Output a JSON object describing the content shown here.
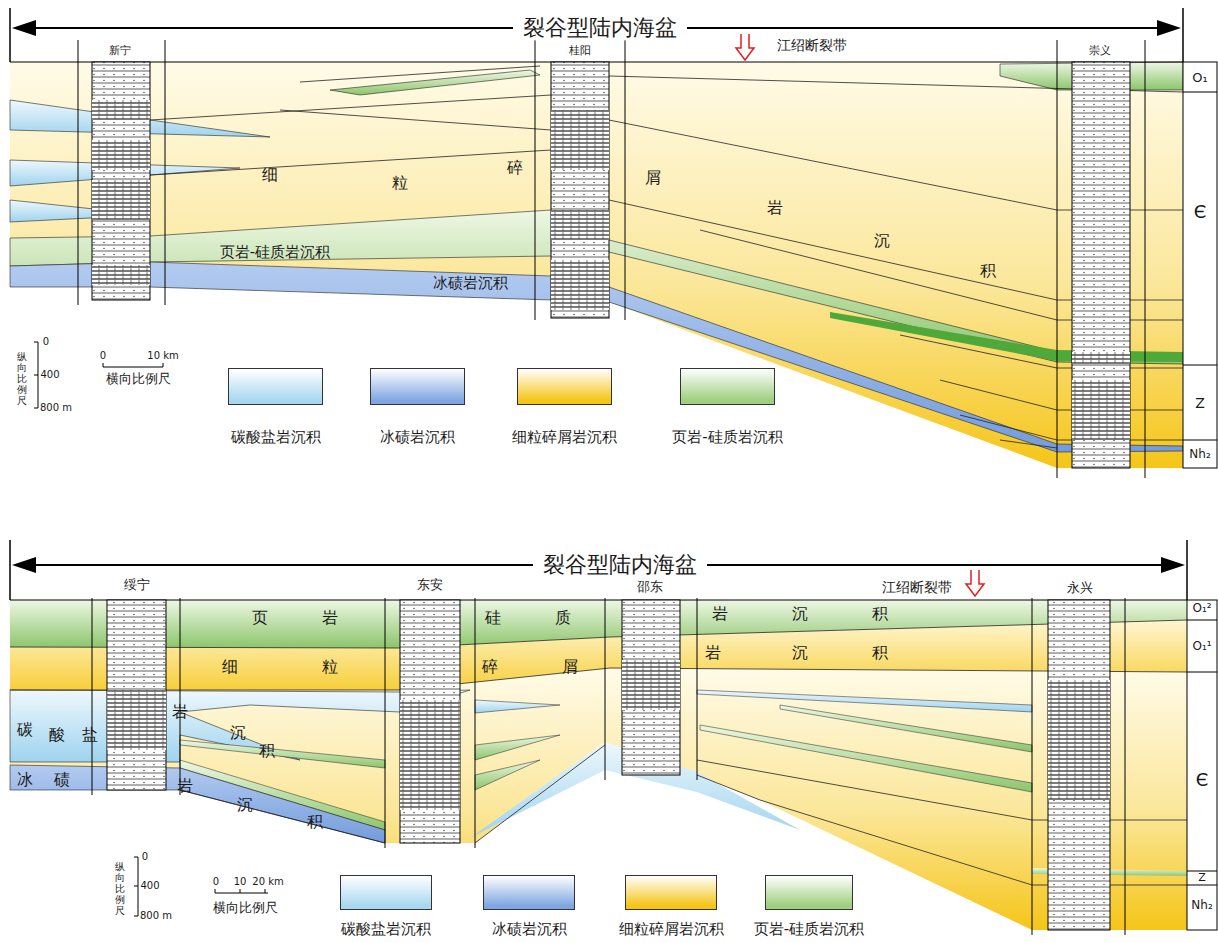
{
  "diagram": {
    "labels": [
      "裂谷型陆内海盆",
      "新宁",
      "桂阳",
      "江绍断裂带",
      "崇义",
      "O₁",
      "Є",
      "Z",
      "Nh₂",
      "细",
      "粒",
      "碎",
      "屑",
      "岩",
      "沉",
      "积",
      "页岩-硅质岩沉积",
      "冰碛岩沉积",
      "纵向比例尺",
      "0",
      "400",
      "800 m",
      "0",
      "10 km",
      "横向比例尺",
      "裂谷型陆内海盆",
      "绥宁",
      "东安",
      "邵东",
      "江绍断裂带",
      "永兴",
      "O₁²",
      "O₁¹",
      "Є",
      "Z",
      "Nh₂",
      "页",
      "岩",
      "硅",
      "质",
      "岩",
      "沉",
      "积",
      "细",
      "粒",
      "碎",
      "屑",
      "岩",
      "沉",
      "积",
      "碳",
      "酸",
      "盐",
      "岩",
      "沉",
      "积",
      "冰",
      "碛",
      "岩",
      "沉",
      "积",
      "纵向比例尺",
      "0",
      "400",
      "800 m",
      "0",
      "10",
      "20 km",
      "横向比例尺"
    ],
    "legend": [
      {
        "text": "碳酸盐岩沉积",
        "color": "#a8d8f0"
      },
      {
        "text": "冰碛岩沉积",
        "color": "#7fa6e3"
      },
      {
        "text": "细粒碎屑岩沉积",
        "color": "#f5c518"
      },
      {
        "text": "页岩-硅质岩沉积",
        "color": "#9fcf7f"
      },
      {
        "text": "碳酸盐岩沉积",
        "color": "#a8d8f0"
      },
      {
        "text": "冰碛岩沉积",
        "color": "#7fa6e3"
      },
      {
        "text": "细粒碎屑岩沉积",
        "color": "#f5c518"
      },
      {
        "text": "页岩-硅质岩沉积",
        "color": "#9fcf7f"
      }
    ]
  }
}
